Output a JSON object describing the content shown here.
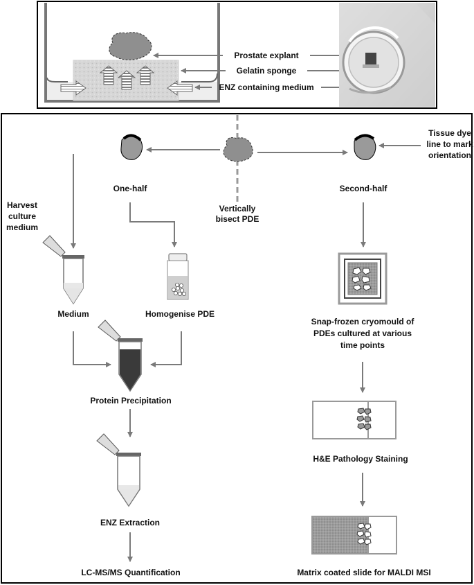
{
  "top_panel": {
    "explant_label": "Prostate explant",
    "sponge_label": "Gelatin sponge",
    "medium_label": "ENZ containing medium"
  },
  "workflow": {
    "bisect_label": [
      "Vertically",
      "bisect PDE"
    ],
    "one_half": "One-half",
    "second_half": "Second-half",
    "dye_label": [
      "Tissue dye",
      "line to mark",
      "orientation"
    ],
    "harvest_label": [
      "Harvest",
      "culture",
      "medium"
    ],
    "medium": "Medium",
    "homogenise": "Homogenise PDE",
    "precipitation": "Protein Precipitation",
    "extraction": "ENZ Extraction",
    "quant": "LC-MS/MS Quantification",
    "cryomould_label": [
      "Snap-frozen cryomould of",
      "PDEs cultured at various",
      "time points"
    ],
    "he_staining": "H&E Pathology Staining",
    "maldi": "Matrix coated slide for MALDI MSI"
  },
  "colors": {
    "arrow": "#7a7a7a",
    "outline": "#000000",
    "tissue": "#9a9a9a",
    "precip": "#3a3a3a"
  }
}
